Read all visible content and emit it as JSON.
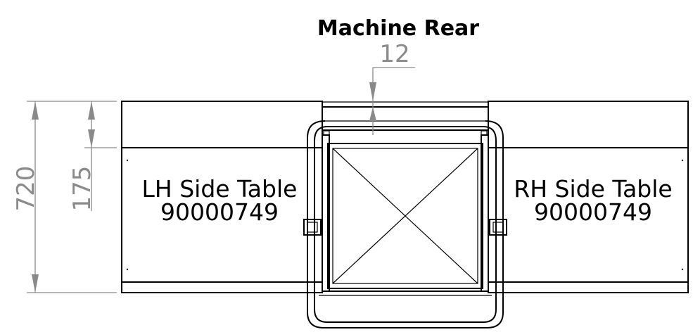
{
  "title": "Machine Rear",
  "dimensions": {
    "gap": "12",
    "overall_height": "720",
    "top_band": "175"
  },
  "left_table": {
    "name": "LH Side Table",
    "part_number": "90000749"
  },
  "right_table": {
    "name": "RH Side Table",
    "part_number": "90000749"
  },
  "colors": {
    "linework": "#000000",
    "dimension": "#8a8a8a"
  }
}
